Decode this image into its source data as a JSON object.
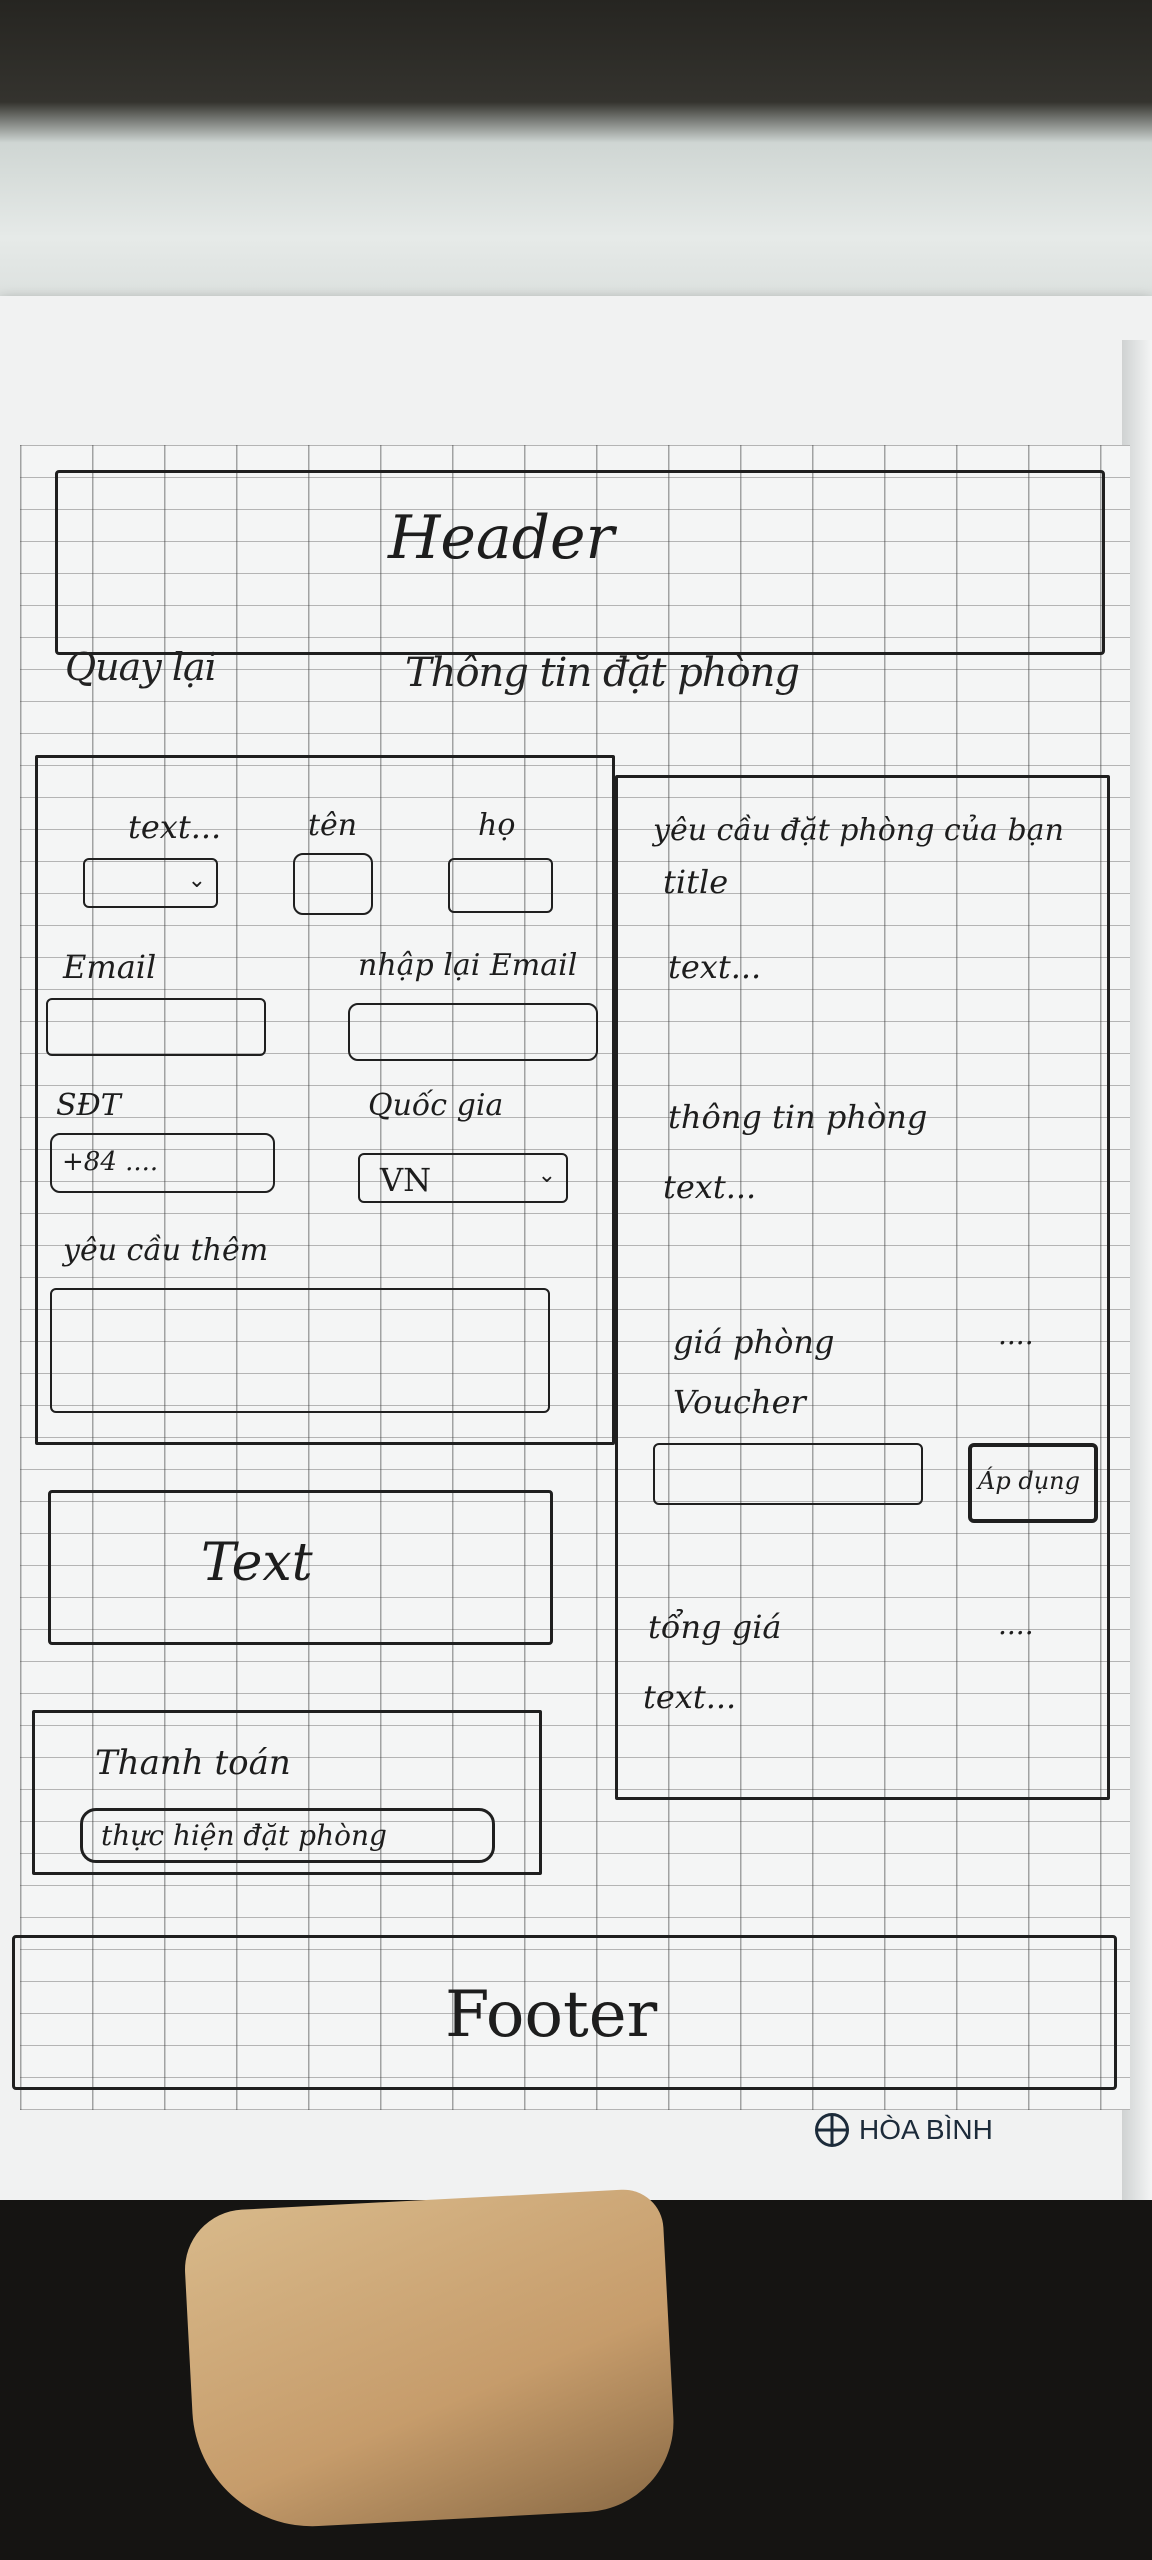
{
  "header": {
    "label": "Header"
  },
  "nav": {
    "back_label": "Quay lại",
    "page_title": "Thông tin đặt phòng"
  },
  "form": {
    "name_labels": [
      "text...",
      "tên",
      "họ"
    ],
    "email_label": "Email",
    "email_confirm_label": "nhập lại Email",
    "phone_label": "SĐT",
    "phone_value": "+84 ....",
    "country_label": "Quốc gia",
    "country_value": "VN",
    "extra_request_label": "yêu cầu thêm"
  },
  "text_block": {
    "label": "Text"
  },
  "payment": {
    "title": "Thanh toán",
    "button_label": "thực hiện đặt phòng"
  },
  "summary": {
    "heading": "yêu cầu đặt phòng của bạn",
    "title_label": "title",
    "title_text": "text...",
    "room_info_label": "thông tin phòng",
    "room_info_text": "text...",
    "room_price_label": "giá phòng",
    "room_price_value": "....",
    "voucher_label": "Voucher",
    "apply_button": "Áp dụng",
    "total_label": "tổng giá",
    "total_value": "....",
    "total_text": "text..."
  },
  "footer": {
    "label": "Footer"
  },
  "brand": {
    "name": "HÒA BÌNH",
    "icon": "globe-icon"
  }
}
